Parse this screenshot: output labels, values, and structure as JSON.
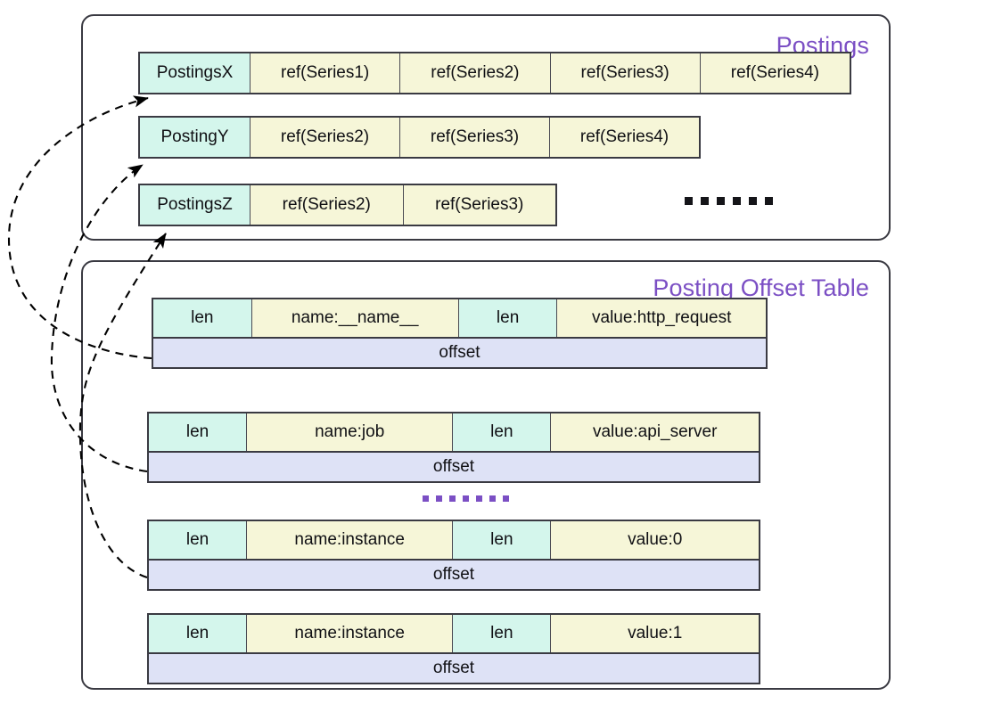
{
  "diagram": {
    "title": "Postings and Posting Offset Table index structure",
    "colors": {
      "group_title": "#7b4fc4",
      "key_cell": "#d4f6ec",
      "value_cell": "#f6f6d8",
      "offset_cell": "#dee2f6",
      "border": "#3a3a42",
      "arrow": "#000000"
    }
  },
  "postings": {
    "title": "Postings",
    "rows": [
      {
        "key": "PostingsX",
        "refs": [
          "ref(Series1)",
          "ref(Series2)",
          "ref(Series3)",
          "ref(Series4)"
        ]
      },
      {
        "key": "PostingY",
        "refs": [
          "ref(Series2)",
          "ref(Series3)",
          "ref(Series4)"
        ]
      },
      {
        "key": "PostingsZ",
        "refs": [
          "ref(Series2)",
          "ref(Series3)"
        ]
      }
    ],
    "ellipsis_dot_count": 6
  },
  "posting_offset_table": {
    "title": "Posting Offset Table",
    "entries": [
      {
        "len1": "len",
        "name": "name:__name__",
        "len2": "len",
        "value": "value:http_request",
        "offset": "offset"
      },
      {
        "len1": "len",
        "name": "name:job",
        "len2": "len",
        "value": "value:api_server",
        "offset": "offset"
      },
      {
        "len1": "len",
        "name": "name:instance",
        "len2": "len",
        "value": "value:0",
        "offset": "offset"
      },
      {
        "len1": "len",
        "name": "name:instance",
        "len2": "len",
        "value": "value:1",
        "offset": "offset"
      }
    ],
    "ellipsis_dot_count": 7,
    "ellipsis_after_entry_index": 1
  },
  "arrows": [
    {
      "from": "offset-entry-0-offset-row",
      "to": "postings-row-PostingsX",
      "style": "dashed-curved"
    },
    {
      "from": "offset-entry-1-offset-row",
      "to": "postings-row-PostingY",
      "style": "dashed-curved"
    },
    {
      "from": "offset-entry-2-offset-row",
      "to": "postings-row-PostingsZ",
      "style": "dashed-curved"
    }
  ]
}
